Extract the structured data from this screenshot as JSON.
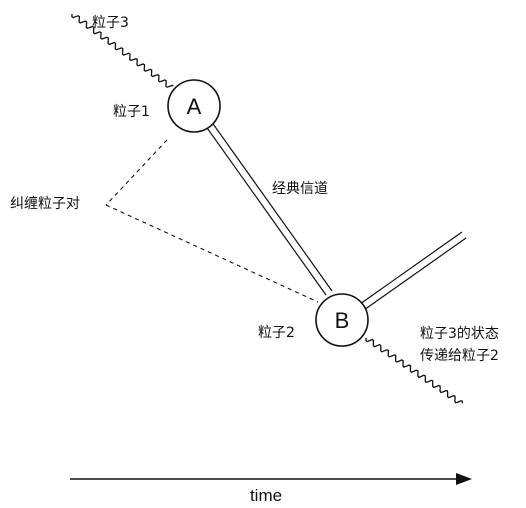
{
  "diagram": {
    "particle3_label": "粒子3",
    "particle1_label": "粒子1",
    "particle2_label": "粒子2",
    "node_a": "A",
    "node_b": "B",
    "entangled_pair_label": "纠缠粒子对",
    "classical_channel_label": "经典信道",
    "transfer_label_line1": "粒子3的状态",
    "transfer_label_line2": "传递给粒子2",
    "time_axis_label": "time"
  },
  "colors": {
    "ink": "#111111",
    "background": "#ffffff"
  }
}
